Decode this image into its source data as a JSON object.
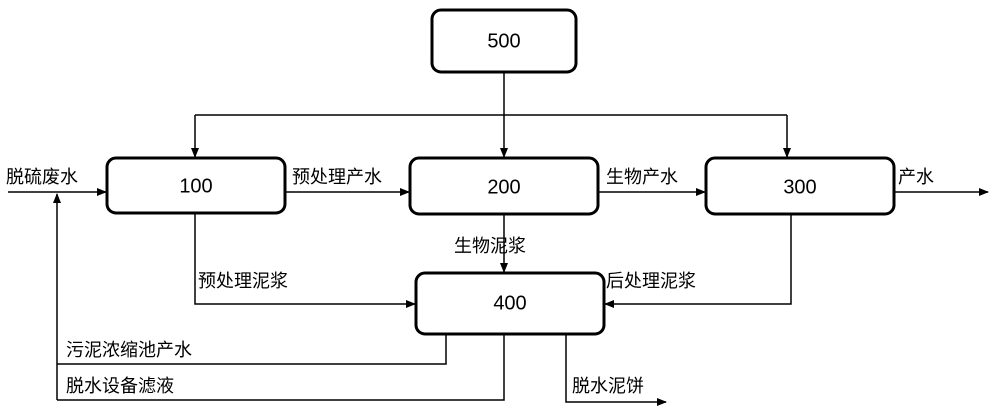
{
  "boxes": {
    "b500": "500",
    "b100": "100",
    "b200": "200",
    "b300": "300",
    "b400": "400"
  },
  "flows": {
    "desulfurization_wastewater": "脱硫废水",
    "pretreatment_effluent": "预处理产水",
    "biological_effluent": "生物产水",
    "product_water": "产水",
    "biological_sludge": "生物泥浆",
    "pretreatment_sludge": "预处理泥浆",
    "posttreatment_sludge": "后处理泥浆",
    "sludge_thickener_effluent": "污泥浓缩池产水",
    "dewatering_filtrate": "脱水设备滤液",
    "dewatered_cake": "脱水泥饼"
  }
}
